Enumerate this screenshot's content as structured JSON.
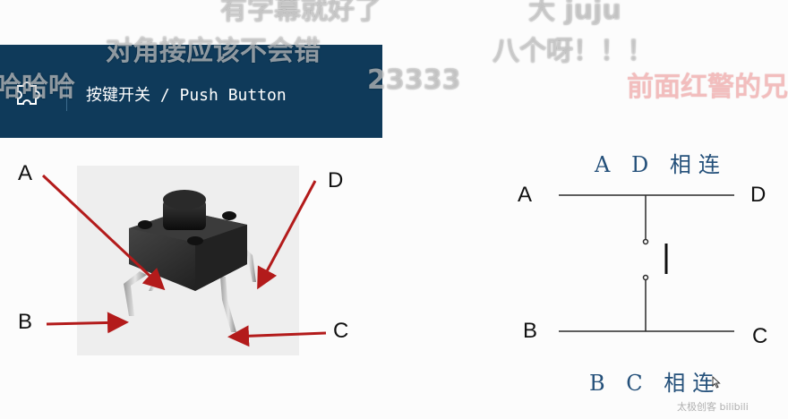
{
  "banner": {
    "title": "按键开关 / Push Button",
    "icon": "puzzle-icon",
    "background": "#0f3a5a"
  },
  "photo": {
    "pin_labels": {
      "a": "A",
      "b": "B",
      "c": "C",
      "d": "D"
    },
    "arrow_color": "#b31b1b"
  },
  "diagram": {
    "labels": {
      "a": "A",
      "b": "B",
      "c": "C",
      "d": "D"
    },
    "top_caption": "A D 相连",
    "bottom_caption": "B C 相连",
    "caption_color": "#24507a"
  },
  "danmaku": [
    {
      "text": "有字幕就好了"
    },
    {
      "text": "大 juju"
    },
    {
      "text": "对角接应该不会错"
    },
    {
      "text": "八个呀！！！"
    },
    {
      "text": "哈哈哈"
    },
    {
      "text": "23333"
    },
    {
      "text": "前面红警的兄"
    }
  ],
  "watermark": "太极创客 bilibili"
}
